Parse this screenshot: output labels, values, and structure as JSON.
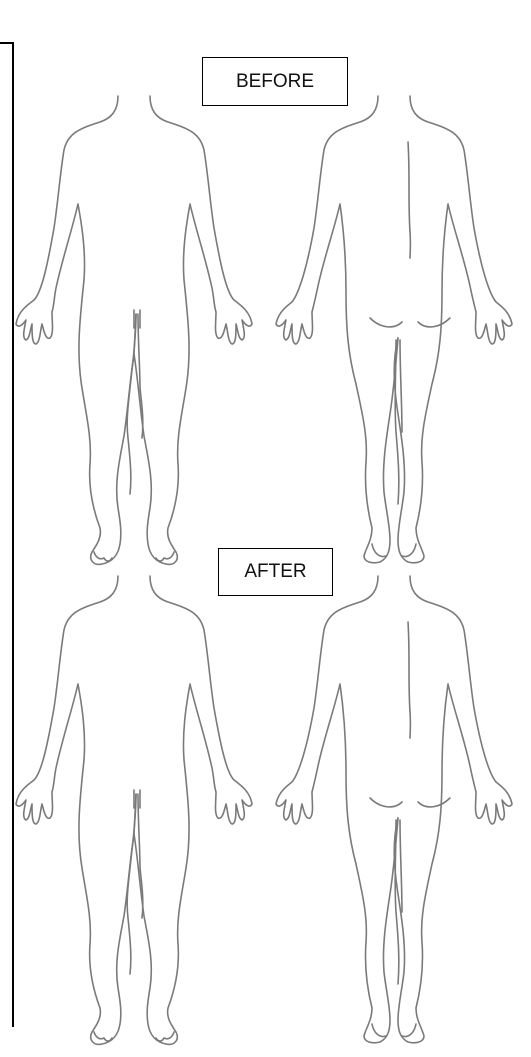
{
  "labels": {
    "before": "BEFORE",
    "after": "AFTER"
  },
  "figures": [
    {
      "name": "body-front-before",
      "view": "front",
      "section": "before"
    },
    {
      "name": "body-back-before",
      "view": "back",
      "section": "before"
    },
    {
      "name": "body-front-after",
      "view": "front",
      "section": "after"
    },
    {
      "name": "body-back-after",
      "view": "back",
      "section": "after"
    }
  ],
  "colors": {
    "outline": "#7a7a7a",
    "background": "#ffffff",
    "frame": "#000000"
  }
}
